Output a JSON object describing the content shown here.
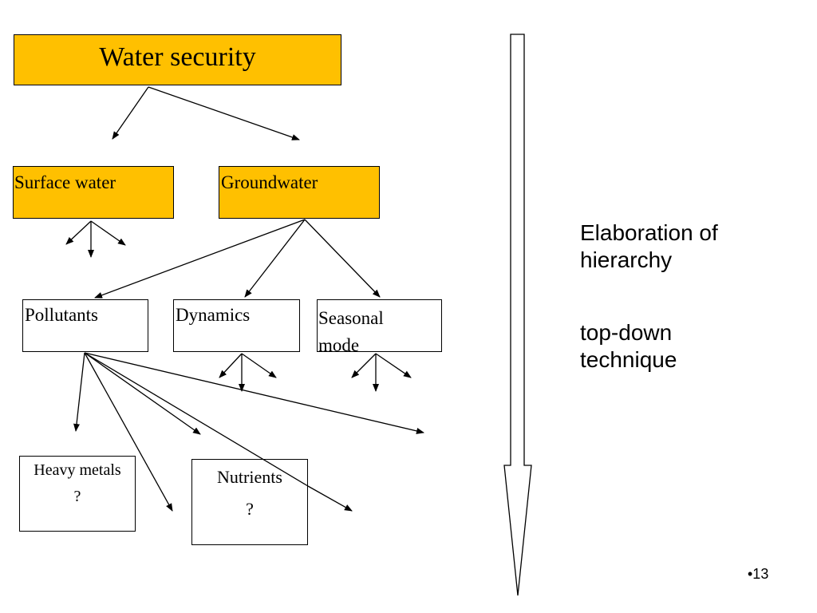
{
  "colors": {
    "highlight_fill": "#FFC000",
    "plain_fill": "#FFFFFF",
    "stroke": "#000000"
  },
  "nodes": {
    "water_security": {
      "label": "Water security"
    },
    "surface_water": {
      "label": "Surface water"
    },
    "groundwater": {
      "label": "Groundwater"
    },
    "pollutants": {
      "label": "Pollutants"
    },
    "dynamics": {
      "label": "Dynamics"
    },
    "seasonal_mode": {
      "label": "Seasonal mode"
    },
    "heavy_metals": {
      "label": "Heavy metals",
      "sub": "?"
    },
    "nutrients": {
      "label": "Nutrients",
      "sub": "?"
    }
  },
  "side_text": {
    "line1": "Elaboration of",
    "line2": "hierarchy",
    "line3": "top-down",
    "line4": "technique"
  },
  "page_number": "•13"
}
